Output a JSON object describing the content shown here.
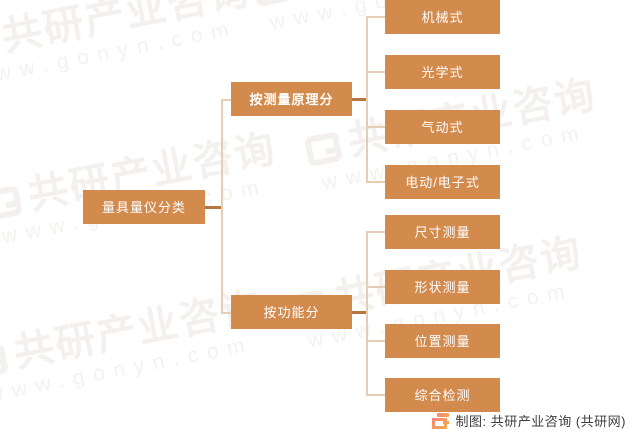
{
  "chart_data": {
    "type": "diagram",
    "diagram_kind": "horizontal-tree",
    "title": "量具量仪分类",
    "root": {
      "id": "root",
      "label": "量具量仪分类",
      "bold": false
    },
    "branches": [
      {
        "id": "branch-principle",
        "label": "按测量原理分",
        "bold": true,
        "children": [
          {
            "id": "leaf-mechanical",
            "label": "机械式"
          },
          {
            "id": "leaf-optical",
            "label": "光学式"
          },
          {
            "id": "leaf-pneumatic",
            "label": "气动式"
          },
          {
            "id": "leaf-electric",
            "label": "电动/电子式"
          }
        ]
      },
      {
        "id": "branch-function",
        "label": "按功能分",
        "bold": false,
        "children": [
          {
            "id": "leaf-dimension",
            "label": "尺寸测量"
          },
          {
            "id": "leaf-shape",
            "label": "形状测量"
          },
          {
            "id": "leaf-position",
            "label": "位置测量"
          },
          {
            "id": "leaf-comprehensive",
            "label": "综合检测"
          }
        ]
      }
    ],
    "colors": {
      "node_fill": "#d28a4d",
      "node_text": "#ffffff",
      "connector": "#e6cdb4",
      "connector_dark": "#b5773f",
      "background": "#ffffff",
      "credit_text": "#3d3d3d"
    }
  },
  "credit": {
    "text": "制图: 共研产业咨询 (共研网)",
    "logo": "gongyan-logo-icon"
  },
  "watermark": {
    "brand": "共研产业咨询",
    "url": "www.gonyn.com"
  }
}
